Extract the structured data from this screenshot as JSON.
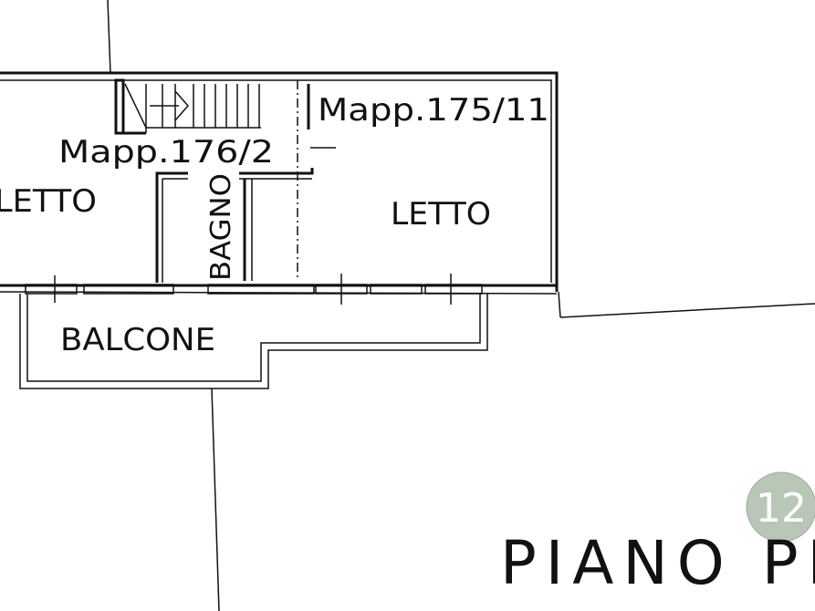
{
  "plan": {
    "rooms": {
      "letto_left": "LETTO",
      "letto_right": "LETTO",
      "bagno": "BAGNO",
      "balcone": "BALCONE"
    },
    "parcels": {
      "left": "Mapp.176/2",
      "right": "Mapp.175/11"
    },
    "floor_title": "PIANO PR",
    "page_badge": "12"
  }
}
